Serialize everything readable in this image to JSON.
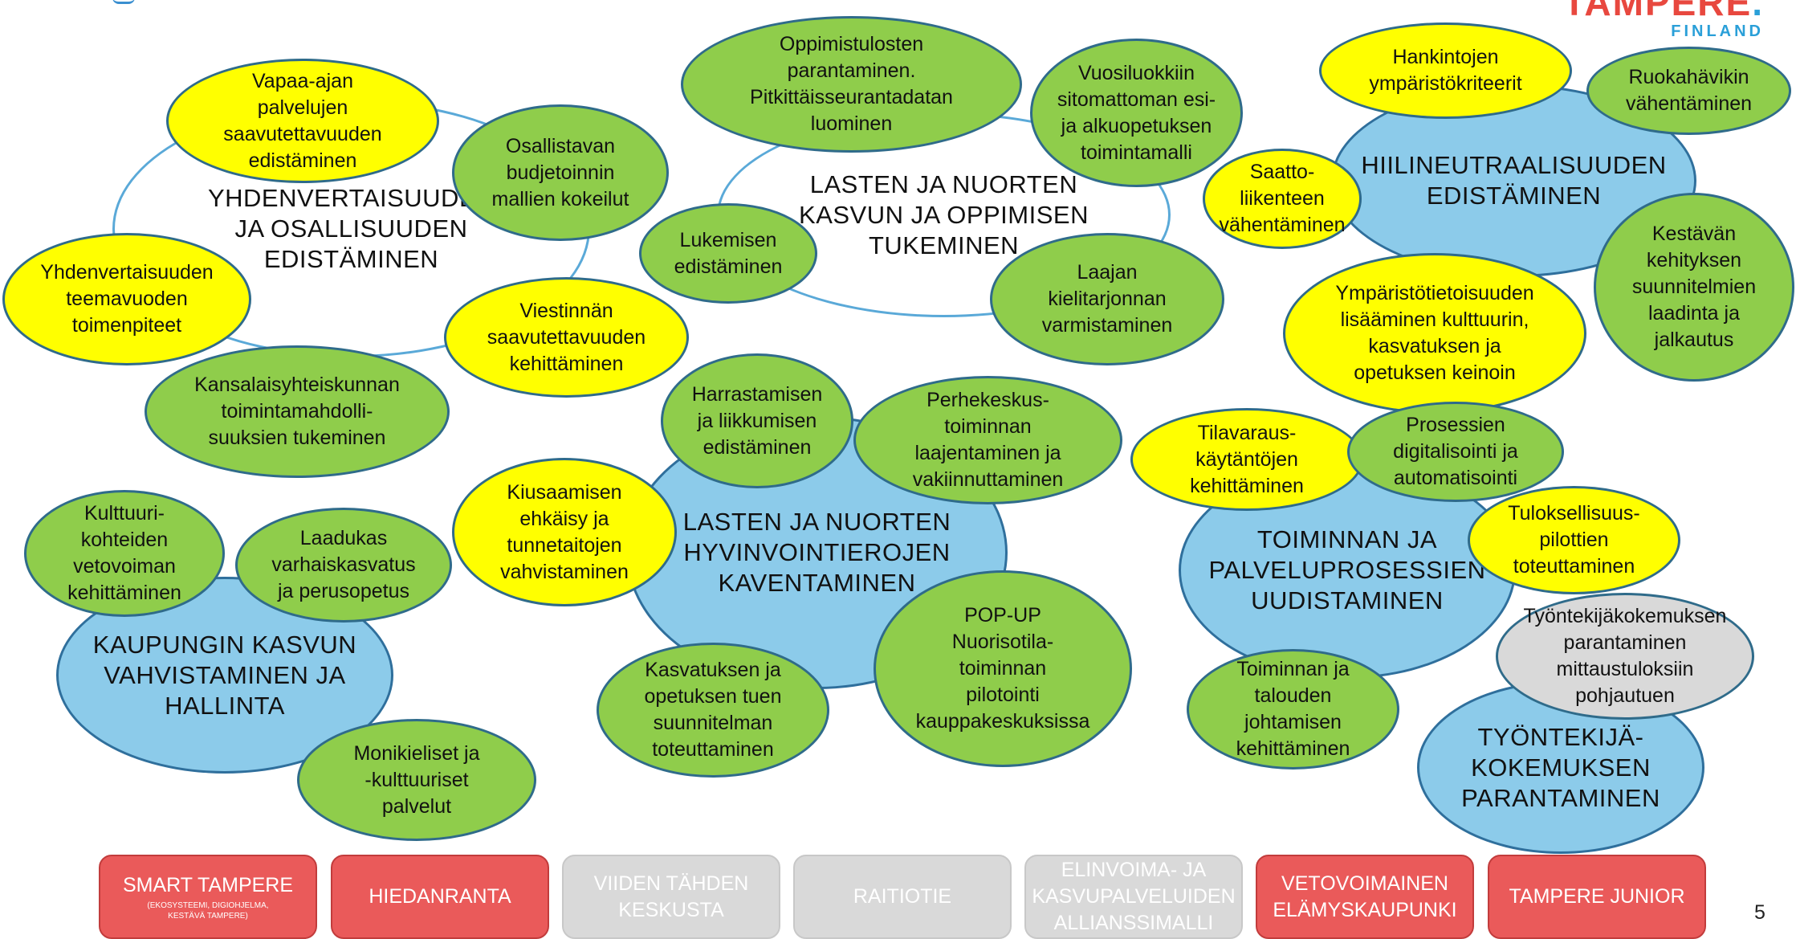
{
  "logo": {
    "word": "TAMPERE",
    "dot": ".",
    "country": "FINLAND"
  },
  "page_number": "5",
  "hubs": {
    "equality": "YHDENVERTAISUUDEN\nJA OSALLISUUDEN\nEDISTÄMINEN",
    "children_growth": "LASTEN JA NUORTEN\nKASVUN JA OPPIMISEN\nTUKEMINEN",
    "carbon": "HIILINEUTRAALISUUDEN\nEDISTÄMINEN",
    "city_growth": "KAUPUNGIN KASVUN\nVAHVISTAMINEN JA\nHALLINTA",
    "wellbeing_gaps": "LASTEN JA NUORTEN\nHYVINVOINTIEROJEN\nKAVENTAMINEN",
    "processes": "TOIMINNAN JA\nPALVELUPROSESSIEN\nUUDISTAMINEN",
    "employee": "TYÖNTEKIJÄ-\nKOKEMUKSEN\nPARANTAMINEN"
  },
  "items": {
    "vapaa_ajan": "Vapaa-ajan\npalvelujen\nsaavutettavuuden\nedistäminen",
    "osallistava": "Osallistavan\nbudjetoinnin\nmallien kokeilut",
    "yhdenvertaisuuden_teema": "Yhdenvertaisuuden\nteemavuoden\ntoimenpiteet",
    "viestinnan": "Viestinnän\nsaavutettavuuden\nkehittäminen",
    "kansalais": "Kansalaisyhteiskunnan\ntoimintamahdolli-\nsuuksien tukeminen",
    "oppimistulosten": "Oppimistulosten\nparantaminen.\nPitkittäisseurantadatan\nluominen",
    "vuosiluokkiin": "Vuosiluokkiin\nsitomattoman esi-\nja alkuopetuksen\ntoimintamalli",
    "lukemisen": "Lukemisen\nedistäminen",
    "laajan": "Laajan\nkielitarjonnan\nvarmistaminen",
    "hankintojen": "Hankintojen\nympäristökriteerit",
    "ruokahavikin": "Ruokahävikin\nvähentäminen",
    "saatto": "Saatto-\nliikenteen\nvähentäminen",
    "kestavan": "Kestävän\nkehityksen\nsuunnitelmien\nlaadinta ja\njalkautus",
    "ymparisto": "Ympäristötietoisuuden\nlisääminen kulttuurin,\nkasvatuksen ja\nopetuksen keinoin",
    "harrastamisen": "Harrastamisen\nja liikkumisen\nedistäminen",
    "perhekeskus": "Perhekeskus-\ntoiminnan\nlaajentaminen ja\nvakiinnuttaminen",
    "kiusaamisen": "Kiusaamisen\nehkäisy ja\ntunnetaitojen\nvahvistaminen",
    "popup": "POP-UP\nNuorisotila-\ntoiminnan\npilotointi\nkauppakeskuksissa",
    "kasvatuksen": "Kasvatuksen ja\nopetuksen tuen\nsuunnitelman\ntoteuttaminen",
    "kulttuuri": "Kulttuuri-\nkohteiden\nvetovoiman\nkehittäminen",
    "laadukas": "Laadukas\nvarhaiskasvatus\nja perusopetus",
    "monikieliset": "Monikieliset ja\n-kulttuuriset\npalvelut",
    "tilavaraus": "Tilavaraus-\nkäytäntöjen\nkehittäminen",
    "prosessien": "Prosessien\ndigitalisointi ja\nautomatisointi",
    "tuloksellisuus": "Tuloksellisuus-\npilottien\ntoteuttaminen",
    "toiminnan_talous": "Toiminnan ja\ntalouden\njohtamisen\nkehittäminen",
    "tyontekijakokemuksen": "Työntekijäkokemuksen\nparantaminen\nmittaustuloksiin\npohjautuen"
  },
  "nav": {
    "smart": {
      "label": "SMART TAMPERE",
      "sub": "(EKOSYSTEEMI, DIGIOHJELMA,\nKESTÄVÄ TAMPERE)"
    },
    "hiedanranta": {
      "label": "HIEDANRANTA"
    },
    "viiden": {
      "label": "VIIDEN TÄHDEN\nKESKUSTA"
    },
    "raitiotie": {
      "label": "RAITIOTIE"
    },
    "elinvoima": {
      "label": "ELINVOIMA- JA\nKASVUPALVELUIDEN\nALLIANSSIMALLI"
    },
    "vetovoimainen": {
      "label": "VETOVOIMAINEN\nELÄMYSKAUPUNKI"
    },
    "junior": {
      "label": "TAMPERE JUNIOR"
    }
  },
  "colors": {
    "green": "#8fcd4b",
    "yellow": "#ffff00",
    "blue": "#8ccbea",
    "grey": "#d9d9d9",
    "red": "#ea5a5a",
    "brand_red": "#e8483f",
    "brand_blue": "#2a9fd8"
  }
}
